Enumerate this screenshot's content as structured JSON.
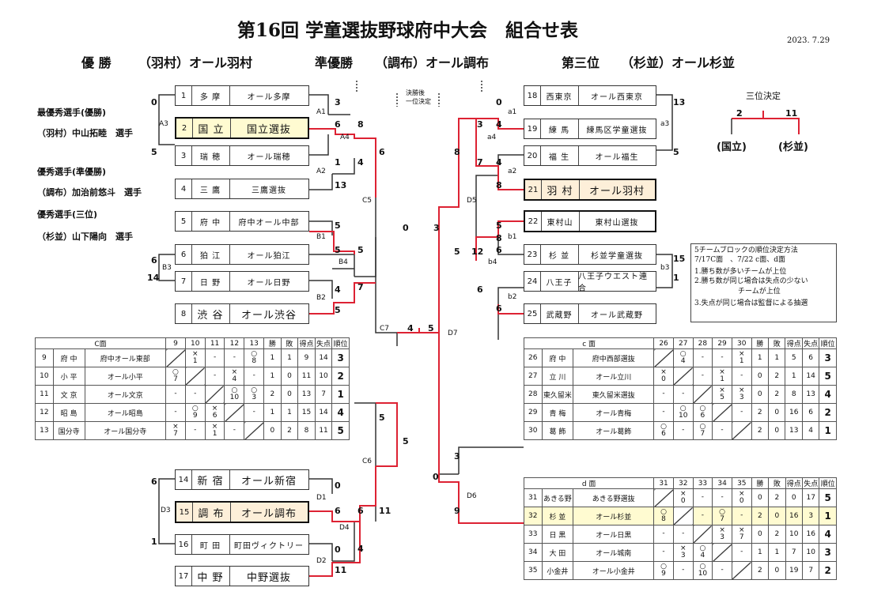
{
  "title": "第16回 学童選抜野球府中大会　組合せ表",
  "date": "2023. 7.29",
  "results": {
    "champion": {
      "label": "優 勝",
      "team": "（羽村）オール羽村"
    },
    "runner_up": {
      "label": "準優勝",
      "team": "（調布）オール調布"
    },
    "third": {
      "label": "第三位",
      "team": "（杉並）オール杉並"
    }
  },
  "awards": [
    {
      "title": "最優秀選手(優勝)",
      "player": "（羽村）中山拓睦　選手"
    },
    {
      "title": "優秀選手(準優勝)",
      "player": "（調布）加治前悠斗　選手"
    },
    {
      "title": "優秀選手(三位)",
      "player": "（杉並）山下陽向　選手"
    }
  ],
  "final_note": {
    "line1": "決勝後",
    "line2": "一位決定"
  },
  "third_place": {
    "title": "三位決定",
    "left_score": "2",
    "right_score": "11",
    "left_team": "(国立)",
    "right_team": "(杉並)"
  },
  "teams": [
    {
      "no": "1",
      "abbr": "多 摩",
      "name": "オール多摩"
    },
    {
      "no": "2",
      "abbr": "国 立",
      "name": "国立選抜"
    },
    {
      "no": "3",
      "abbr": "瑞 穂",
      "name": "オール瑞穂"
    },
    {
      "no": "4",
      "abbr": "三 鷹",
      "name": "三鷹選抜"
    },
    {
      "no": "5",
      "abbr": "府 中",
      "name": "府中オール中部"
    },
    {
      "no": "6",
      "abbr": "狛 江",
      "name": "オール狛江"
    },
    {
      "no": "7",
      "abbr": "日 野",
      "name": "オール日野"
    },
    {
      "no": "8",
      "abbr": "渋 谷",
      "name": "オール渋谷"
    },
    {
      "no": "14",
      "abbr": "新 宿",
      "name": "オール新宿"
    },
    {
      "no": "15",
      "abbr": "調 布",
      "name": "オール調布"
    },
    {
      "no": "16",
      "abbr": "町 田",
      "name": "町田ヴィクトリー"
    },
    {
      "no": "17",
      "abbr": "中 野",
      "name": "中野選抜"
    },
    {
      "no": "18",
      "abbr": "西東京",
      "name": "オール西東京"
    },
    {
      "no": "19",
      "abbr": "練 馬",
      "name": "練馬区学童選抜"
    },
    {
      "no": "20",
      "abbr": "福 生",
      "name": "オール福生"
    },
    {
      "no": "21",
      "abbr": "羽 村",
      "name": "オール羽村"
    },
    {
      "no": "22",
      "abbr": "東村山",
      "name": "東村山選抜"
    },
    {
      "no": "23",
      "abbr": "杉 並",
      "name": "杉並学童選抜"
    },
    {
      "no": "24",
      "abbr": "八王子",
      "name": "八王子ウエスト連合"
    },
    {
      "no": "25",
      "abbr": "武蔵野",
      "name": "オール武蔵野"
    }
  ],
  "match_labels": [
    "A1",
    "A2",
    "A3",
    "A4",
    "B1",
    "B2",
    "B3",
    "B4",
    "C5",
    "C6",
    "C7",
    "D1",
    "D2",
    "D3",
    "D4",
    "a1",
    "a2",
    "a3",
    "a4",
    "b1",
    "b2",
    "b3",
    "b4",
    "D5",
    "D6",
    "D7"
  ],
  "scores": [
    "0",
    "5",
    "3",
    "6",
    "1",
    "4",
    "13",
    "8",
    "4",
    "5",
    "5",
    "5",
    "5",
    "6",
    "14",
    "4",
    "7",
    "6",
    "0",
    "4",
    "5",
    "5",
    "0",
    "6",
    "0",
    "6",
    "1",
    "11",
    "11",
    "2",
    "4",
    "5",
    "3",
    "6",
    "12",
    "0",
    "5",
    "3",
    "4",
    "6",
    "13",
    "8",
    "7",
    "4",
    "8",
    "6",
    "1",
    "15",
    "2",
    "6",
    "5",
    "8",
    "3",
    "9",
    "0",
    "3",
    "5",
    "5",
    "4",
    "3",
    "7"
  ],
  "notes": {
    "title": "5チームブロックの順位決定方法",
    "dates": "7/17C面　、7/22 c面、d面",
    "rule1": "1.勝ち数が多いチームが上位",
    "rule2a": "2.勝ち数が同じ場合は失点の少ない",
    "rule2b": "チームが上位",
    "rule3": "3.失点が同じ場合は監督による抽選"
  },
  "league_C": {
    "title": "C面",
    "cols": [
      "9",
      "10",
      "11",
      "12",
      "13"
    ],
    "stat_heads": [
      "勝",
      "敗",
      "得点",
      "失点",
      "順位"
    ],
    "rows": [
      {
        "no": "9",
        "abbr": "府 中",
        "name": "府中オール東部",
        "cells": [
          [
            "",
            ""
          ],
          [
            "×",
            "1"
          ],
          [
            "-",
            ""
          ],
          [
            "-",
            ""
          ],
          [
            "○",
            "8"
          ]
        ],
        "stats": [
          "1",
          "1",
          "9",
          "14",
          "3"
        ]
      },
      {
        "no": "10",
        "abbr": "小 平",
        "name": "オール小平",
        "cells": [
          [
            "○",
            "7"
          ],
          [
            "",
            ""
          ],
          [
            "-",
            ""
          ],
          [
            "×",
            "4"
          ],
          [
            "-",
            ""
          ]
        ],
        "stats": [
          "1",
          "0",
          "11",
          "10",
          "2"
        ]
      },
      {
        "no": "11",
        "abbr": "文 京",
        "name": "オール文京",
        "cells": [
          [
            "-",
            ""
          ],
          [
            "-",
            ""
          ],
          [
            "",
            ""
          ],
          [
            "○",
            "10"
          ],
          [
            "○",
            "3"
          ]
        ],
        "stats": [
          "2",
          "0",
          "13",
          "7",
          "1"
        ]
      },
      {
        "no": "12",
        "abbr": "昭 島",
        "name": "オール昭島",
        "cells": [
          [
            "-",
            ""
          ],
          [
            "○",
            "9"
          ],
          [
            "×",
            "6"
          ],
          [
            "",
            ""
          ],
          [
            "-",
            ""
          ]
        ],
        "stats": [
          "1",
          "1",
          "15",
          "14",
          "4"
        ]
      },
      {
        "no": "13",
        "abbr": "国分寺",
        "name": "オール国分寺",
        "cells": [
          [
            "×",
            "7"
          ],
          [
            "-",
            ""
          ],
          [
            "×",
            "1"
          ],
          [
            "-",
            ""
          ],
          [
            "",
            ""
          ]
        ],
        "stats": [
          "0",
          "2",
          "8",
          "11",
          "5"
        ]
      }
    ]
  },
  "league_c": {
    "title": "c 面",
    "cols": [
      "26",
      "27",
      "28",
      "29",
      "30"
    ],
    "stat_heads": [
      "勝",
      "敗",
      "得点",
      "失点",
      "順位"
    ],
    "rows": [
      {
        "no": "26",
        "abbr": "府 中",
        "name": "府中西部選抜",
        "cells": [
          [
            "",
            ""
          ],
          [
            "○",
            "4"
          ],
          [
            "-",
            ""
          ],
          [
            "-",
            ""
          ],
          [
            "×",
            "1"
          ]
        ],
        "stats": [
          "1",
          "1",
          "5",
          "6",
          "3"
        ]
      },
      {
        "no": "27",
        "abbr": "立 川",
        "name": "オール立川",
        "cells": [
          [
            "×",
            "0"
          ],
          [
            "",
            ""
          ],
          [
            "-",
            ""
          ],
          [
            "×",
            "1"
          ],
          [
            "-",
            ""
          ]
        ],
        "stats": [
          "0",
          "2",
          "1",
          "14",
          "5"
        ]
      },
      {
        "no": "28",
        "abbr": "東久留米",
        "name": "東久留米選抜",
        "cells": [
          [
            "-",
            ""
          ],
          [
            "-",
            ""
          ],
          [
            "",
            ""
          ],
          [
            "×",
            "5"
          ],
          [
            "×",
            "3"
          ]
        ],
        "stats": [
          "0",
          "2",
          "8",
          "13",
          "4"
        ]
      },
      {
        "no": "29",
        "abbr": "青 梅",
        "name": "オール青梅",
        "cells": [
          [
            "-",
            ""
          ],
          [
            "○",
            "10"
          ],
          [
            "○",
            "6"
          ],
          [
            "",
            ""
          ],
          [
            "-",
            ""
          ]
        ],
        "stats": [
          "2",
          "0",
          "16",
          "6",
          "2"
        ]
      },
      {
        "no": "30",
        "abbr": "葛 飾",
        "name": "オール葛飾",
        "cells": [
          [
            "○",
            "6"
          ],
          [
            "-",
            ""
          ],
          [
            "○",
            "7"
          ],
          [
            "-",
            ""
          ],
          [
            "",
            ""
          ]
        ],
        "stats": [
          "2",
          "0",
          "13",
          "4",
          "1"
        ]
      }
    ]
  },
  "league_d": {
    "title": "d 面",
    "cols": [
      "31",
      "32",
      "33",
      "34",
      "35"
    ],
    "stat_heads": [
      "勝",
      "敗",
      "得点",
      "失点",
      "順位"
    ],
    "rows": [
      {
        "no": "31",
        "abbr": "あきる野",
        "name": "あきる野選抜",
        "cells": [
          [
            "",
            ""
          ],
          [
            "×",
            "0"
          ],
          [
            "-",
            ""
          ],
          [
            "-",
            ""
          ],
          [
            "×",
            "0"
          ]
        ],
        "stats": [
          "0",
          "2",
          "0",
          "17",
          "5"
        ]
      },
      {
        "no": "32",
        "abbr": "杉 並",
        "name": "オール杉並",
        "cells": [
          [
            "○",
            "8"
          ],
          [
            "",
            ""
          ],
          [
            "-",
            ""
          ],
          [
            "○",
            "7"
          ],
          [
            "-",
            ""
          ]
        ],
        "stats": [
          "2",
          "0",
          "16",
          "3",
          "1"
        ]
      },
      {
        "no": "33",
        "abbr": "日 黒",
        "name": "オール日黒",
        "cells": [
          [
            "-",
            ""
          ],
          [
            "-",
            ""
          ],
          [
            "",
            ""
          ],
          [
            "×",
            "3"
          ],
          [
            "×",
            "7"
          ]
        ],
        "stats": [
          "0",
          "2",
          "10",
          "16",
          "4"
        ]
      },
      {
        "no": "34",
        "abbr": "大 田",
        "name": "オール城南",
        "cells": [
          [
            "-",
            ""
          ],
          [
            "×",
            "3"
          ],
          [
            "○",
            "4"
          ],
          [
            "",
            ""
          ],
          [
            "-",
            ""
          ]
        ],
        "stats": [
          "1",
          "1",
          "7",
          "10",
          "3"
        ]
      },
      {
        "no": "35",
        "abbr": "小金井",
        "name": "オール小金井",
        "cells": [
          [
            "○",
            "9"
          ],
          [
            "-",
            ""
          ],
          [
            "○",
            "10"
          ],
          [
            "-",
            ""
          ],
          [
            "",
            ""
          ]
        ],
        "stats": [
          "2",
          "0",
          "19",
          "7",
          "2"
        ]
      }
    ]
  }
}
